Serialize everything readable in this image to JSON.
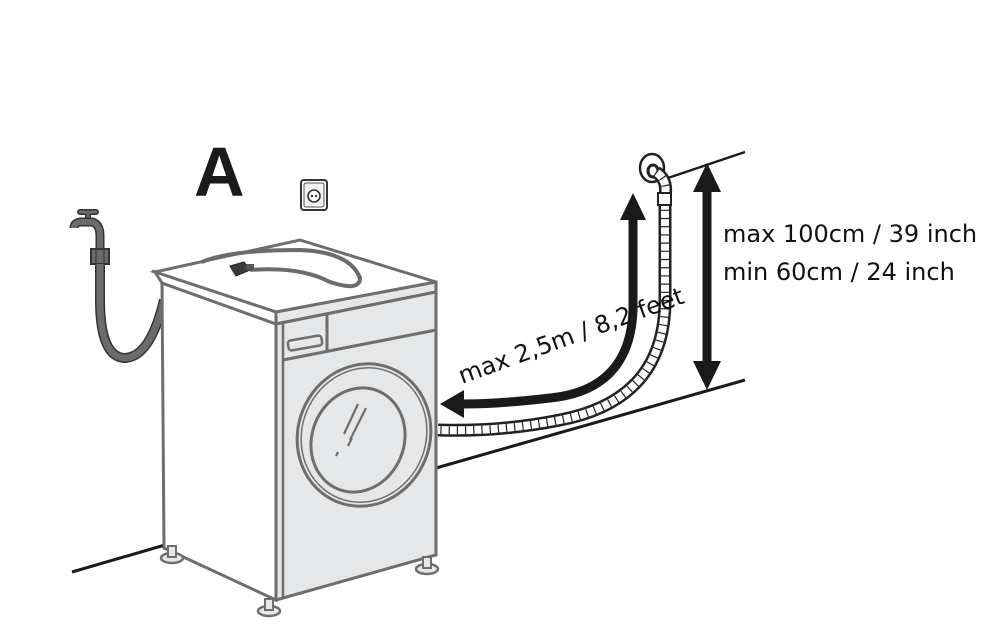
{
  "diagram": {
    "section_letter": "A",
    "labels": {
      "hose_length": "max 2,5m / 8,2 feet",
      "height_max": "max 100cm / 39 inch",
      "height_min": "min 60cm / 24 inch"
    },
    "components": {
      "water_tap": "water-tap",
      "inlet_hose": "inlet-hose",
      "power_socket": "power-socket",
      "power_cord_plug": "power-cord-plug",
      "washing_machine": "washing-machine",
      "drain_hose": "drain-hose",
      "drain_outlet": "drain-outlet"
    },
    "colors": {
      "outline_gray": "#6e6e6e",
      "panel_fill": "#e6e7e8",
      "hose_gray": "#6b6b6b",
      "arrow_black": "#1a1a1a",
      "text": "#111111"
    }
  }
}
